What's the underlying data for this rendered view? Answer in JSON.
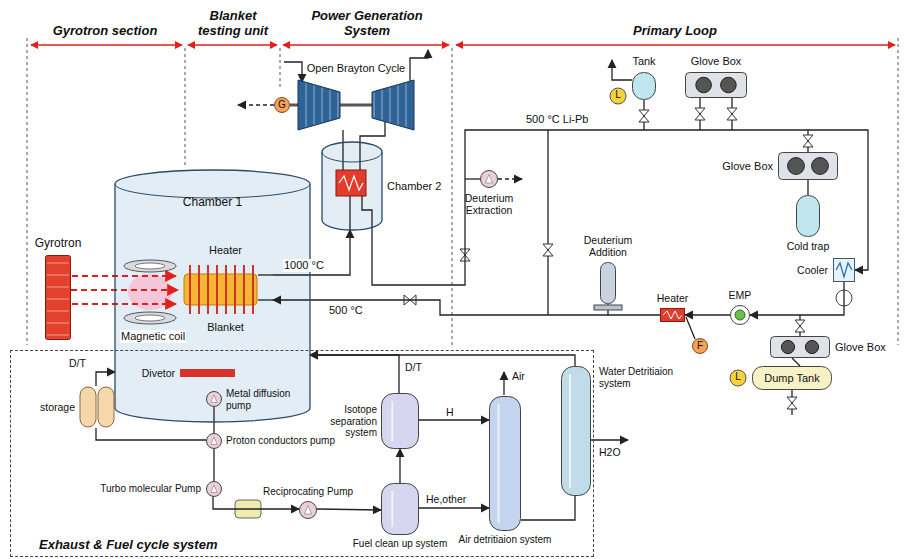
{
  "diagram": {
    "nodes": [
      {
        "text": [
          "Gyrotron"
        ]
      },
      {
        "text": [
          "Chamber 1"
        ]
      },
      {
        "text": [
          "Heater",
          "Blanket"
        ],
        "in": 1
      },
      {
        "text": [
          "Divetor"
        ],
        "in": 1
      },
      {
        "text": [
          "Open Brayton Cycle"
        ]
      },
      {
        "text": [
          "Chamber 2"
        ]
      },
      {
        "text": [
          "G"
        ]
      },
      {
        "text": [
          "Tank"
        ]
      },
      {
        "text": [
          "Glove Box"
        ]
      },
      {
        "text": [
          "Glove Box"
        ]
      },
      {
        "text": [
          "Cold trap"
        ]
      },
      {
        "text": [
          "Cooler"
        ]
      },
      {
        "text": [
          "Deuterium Extraction"
        ]
      },
      {
        "text": [
          "Deuterium Addition"
        ]
      },
      {
        "text": [
          "Heater"
        ]
      },
      {
        "text": [
          "EMP"
        ]
      },
      {
        "text": [
          "F"
        ]
      },
      {
        "text": [
          "Glove Box"
        ]
      },
      {
        "text": [
          "Dump Tank"
        ]
      },
      {
        "text": [
          "Exhaust & Fuel cycle system"
        ]
      },
      {
        "text": [
          "storage"
        ],
        "in": 19
      },
      {
        "text": [
          "Metal diffusion pump"
        ],
        "in": 19
      },
      {
        "text": [
          "Proton conductors pump"
        ],
        "in": 19
      },
      {
        "text": [
          "Turbo molecular Pump"
        ],
        "in": 19
      },
      {
        "text": [
          "Reciprocating Pump"
        ],
        "in": 19
      },
      {
        "text": [
          "Isotope separation system"
        ],
        "in": 19
      },
      {
        "text": [
          "Fuel clean up system"
        ],
        "in": 19
      },
      {
        "text": [
          "Air detritiaion system"
        ],
        "in": 19
      },
      {
        "text": [
          "Water Detritiaion system"
        ],
        "in": 19
      }
    ],
    "edges": [
      {
        "from": 0,
        "to": 2,
        "arrow": "to"
      },
      {
        "from": 2,
        "to": 5,
        "arrow": "to"
      },
      {
        "from": 5,
        "to": 11,
        "arrow": "to"
      },
      {
        "from": 9,
        "to": 10,
        "arrow": "none"
      },
      {
        "from": 11,
        "to": 15,
        "arrow": "to"
      },
      {
        "from": 15,
        "to": 14,
        "arrow": "to"
      },
      {
        "from": 14,
        "to": 2,
        "arrow": "to"
      },
      {
        "from": 4,
        "to": 6,
        "arrow": "none"
      },
      {
        "from": 5,
        "to": 4,
        "arrow": "none"
      },
      {
        "from": 17,
        "to": 18,
        "arrow": "none"
      },
      {
        "from": 20,
        "to": 1,
        "arrow": "to"
      },
      {
        "from": 21,
        "to": 22,
        "arrow": "none"
      },
      {
        "from": 22,
        "to": 20,
        "arrow": "none"
      },
      {
        "from": 22,
        "to": 23,
        "arrow": "none"
      },
      {
        "from": 23,
        "to": 24,
        "arrow": "to"
      },
      {
        "from": 24,
        "to": 26,
        "arrow": "to"
      },
      {
        "from": 26,
        "to": 25,
        "arrow": "to"
      },
      {
        "from": 25,
        "to": 27,
        "label": "H",
        "arrow": "to"
      },
      {
        "from": 26,
        "to": 27,
        "label": "He,other",
        "arrow": "to"
      },
      {
        "from": 27,
        "to": 28,
        "arrow": "none"
      },
      {
        "from": 25,
        "to": 1,
        "arrow": "to"
      },
      {
        "from": 28,
        "to": 1,
        "arrow": "to"
      }
    ],
    "labels": [
      "Gyrotron section",
      "Blanket testing unit",
      "Power Generation System",
      "Primary Loop",
      "Magnetic coil",
      "1000 °C",
      "500 °C",
      "500 °C Li-Pb",
      "L",
      "L",
      "D/T",
      "D/T",
      "Air",
      "H2O"
    ]
  }
}
